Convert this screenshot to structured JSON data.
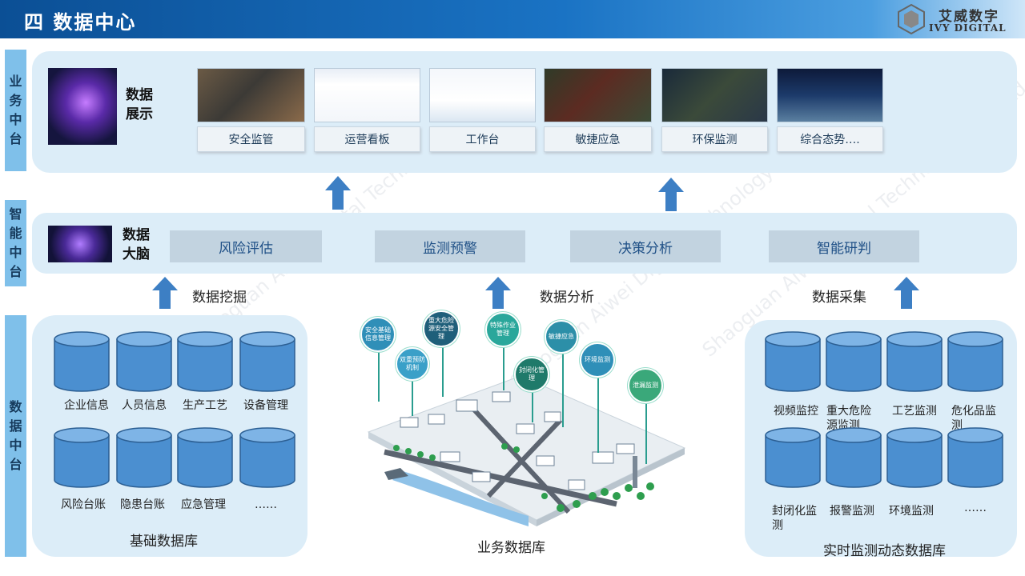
{
  "header": {
    "title": "四 数据中心",
    "logo_name": "艾威数字",
    "logo_sub": "IVY DIGITAL"
  },
  "side_labels": {
    "business": "业务中台",
    "smart": "智能中台",
    "data": "数据中台"
  },
  "business": {
    "label": "数据展示",
    "tabs": [
      "安全监管",
      "运营看板",
      "工作台",
      "敏捷应急",
      "环保监测",
      "综合态势…."
    ]
  },
  "smart": {
    "label": "数据大脑",
    "modules": [
      "风险评估",
      "监测预警",
      "决策分析",
      "智能研判"
    ]
  },
  "flows": {
    "mining": "数据挖掘",
    "analysis": "数据分析",
    "collection": "数据采集"
  },
  "base_db": {
    "title": "基础数据库",
    "row1": [
      "企业信息",
      "人员信息",
      "生产工艺",
      "设备管理"
    ],
    "row2": [
      "风险台账",
      "隐患台账",
      "应急管理",
      "……"
    ]
  },
  "business_db": {
    "title": "业务数据库",
    "nodes": [
      "安全基础信息管理",
      "重大危险源安全管理",
      "特殊作业管理",
      "双重预防机制",
      "敏捷应急",
      "封闭化管理",
      "环境监测",
      "泄漏监测"
    ]
  },
  "realtime_db": {
    "title": "实时监测动态数据库",
    "row1": [
      "视频监控",
      "重大危险源监测",
      "工艺监测",
      "危化品监测"
    ],
    "row2": [
      "封闭化监测",
      "报警监测",
      "环境监测",
      "……"
    ]
  },
  "colors": {
    "header": "#1a73c4",
    "panel": "#dcedf8",
    "side": "#7fc0ea",
    "cylinder": "#4b8fd0",
    "arrow": "#3d7fc4"
  }
}
